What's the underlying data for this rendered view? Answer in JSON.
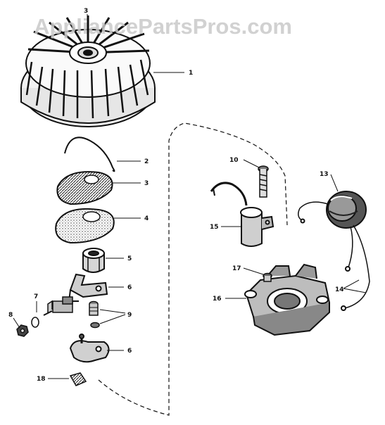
{
  "watermark": "AppliancePartsPros.com",
  "callouts": {
    "c1": "1",
    "c2": "2",
    "c3": "3",
    "c4": "4",
    "c5": "5",
    "c6a": "6",
    "c6b": "6",
    "c7": "7",
    "c8": "8",
    "c9": "9",
    "c10": "10",
    "c13": "13",
    "c14": "14",
    "c15": "15",
    "c16": "16",
    "c17": "17",
    "c18": "18",
    "c19": "3"
  }
}
